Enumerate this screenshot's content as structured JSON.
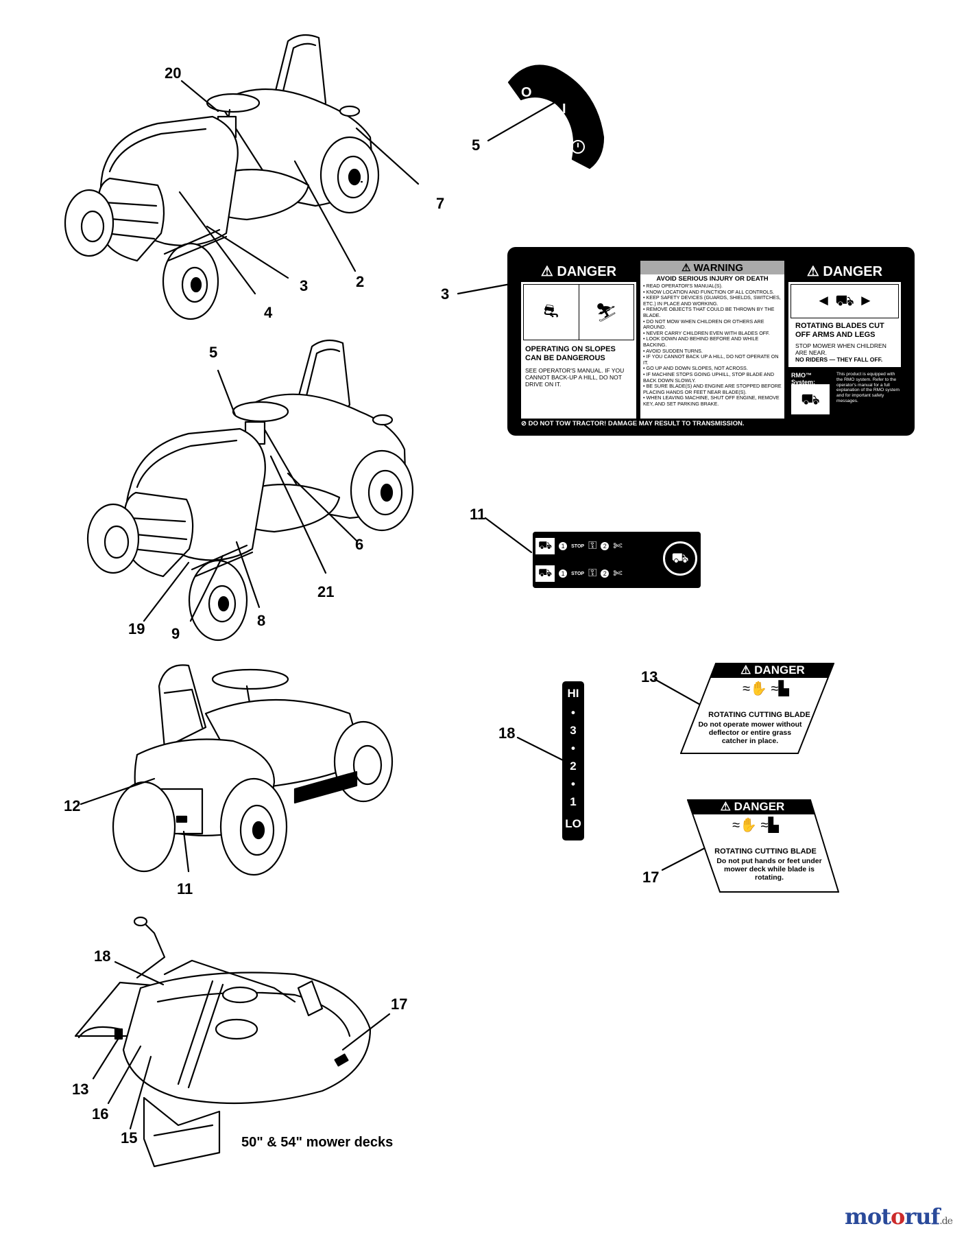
{
  "callouts": {
    "c20": "20",
    "c7": "7",
    "c3a": "3",
    "c2": "2",
    "c4": "4",
    "c5a": "5",
    "c6": "6",
    "c21": "21",
    "c8": "8",
    "c9": "9",
    "c19": "19",
    "c12": "12",
    "c11a": "11",
    "c18a": "18",
    "c17a": "17",
    "c13a": "13",
    "c16": "16",
    "c15": "15",
    "c5b": "5",
    "c3b": "3",
    "c11b": "11",
    "c13b": "13",
    "c18b": "18",
    "c17b": "17"
  },
  "caption": "50\" & 54\" mower decks",
  "logo": {
    "part1": "mot",
    "part2": "o",
    "part3": "ruf",
    "tld": ".de"
  },
  "switch_symbols": {
    "off": "O",
    "on": "I"
  },
  "decal3": {
    "danger_left": {
      "header": "DANGER",
      "title": "OPERATING ON SLOPES CAN BE DANGEROUS",
      "body": "SEE OPERATOR'S MANUAL. IF YOU CANNOT BACK-UP A HILL, DO NOT DRIVE ON IT."
    },
    "warning": {
      "header": "WARNING",
      "subheader": "AVOID SERIOUS INJURY OR DEATH",
      "items": [
        "READ OPERATOR'S MANUAL(S).",
        "KNOW LOCATION AND FUNCTION OF ALL CONTROLS.",
        "KEEP SAFETY DEVICES (GUARDS, SHIELDS, SWITCHES, ETC.) IN PLACE AND WORKING.",
        "REMOVE OBJECTS THAT COULD BE THROWN BY THE BLADE.",
        "DO NOT MOW WHEN CHILDREN OR OTHERS ARE AROUND.",
        "NEVER CARRY CHILDREN EVEN WITH BLADES OFF.",
        "LOOK DOWN AND BEHIND BEFORE AND WHILE BACKING.",
        "AVOID SUDDEN TURNS.",
        "IF YOU CANNOT BACK UP A HILL, DO NOT OPERATE ON IT.",
        "GO UP AND DOWN SLOPES, NOT ACROSS.",
        "IF MACHINE STOPS GOING UPHILL, STOP BLADE AND BACK DOWN SLOWLY.",
        "BE SURE BLADE(S) AND ENGINE ARE STOPPED BEFORE PLACING HANDS OR FEET NEAR BLADE(S).",
        "WHEN LEAVING MACHINE, SHUT OFF ENGINE, REMOVE KEY, AND SET PARKING BRAKE."
      ]
    },
    "danger_right": {
      "header": "DANGER",
      "title": "ROTATING BLADES CUT OFF ARMS AND LEGS",
      "body1": "STOP MOWER WHEN CHILDREN ARE NEAR.",
      "body2": "NO RIDERS — THEY FALL OFF.",
      "rmo_label": "RMO™ System:",
      "rmo_text": "This product is equipped with the RMO system. Refer to the operator's manual for a full explanation of the RMO system and for important safety messages."
    },
    "footer": "DO NOT TOW TRACTOR! DAMAGE MAY RESULT TO TRANSMISSION."
  },
  "decal13": {
    "header": "DANGER",
    "title": "ROTATING CUTTING BLADE",
    "body": "Do not operate mower without deflector or entire grass catcher in place."
  },
  "decal17": {
    "header": "DANGER",
    "title": "ROTATING CUTTING BLADE",
    "body": "Do not put hands or feet under mower deck while blade is rotating."
  },
  "decal18": {
    "hi": "HI",
    "s3": "3",
    "s2": "2",
    "s1": "1",
    "lo": "LO"
  },
  "decal11": {
    "n1": "1",
    "n2": "2",
    "stop": "STOP"
  }
}
